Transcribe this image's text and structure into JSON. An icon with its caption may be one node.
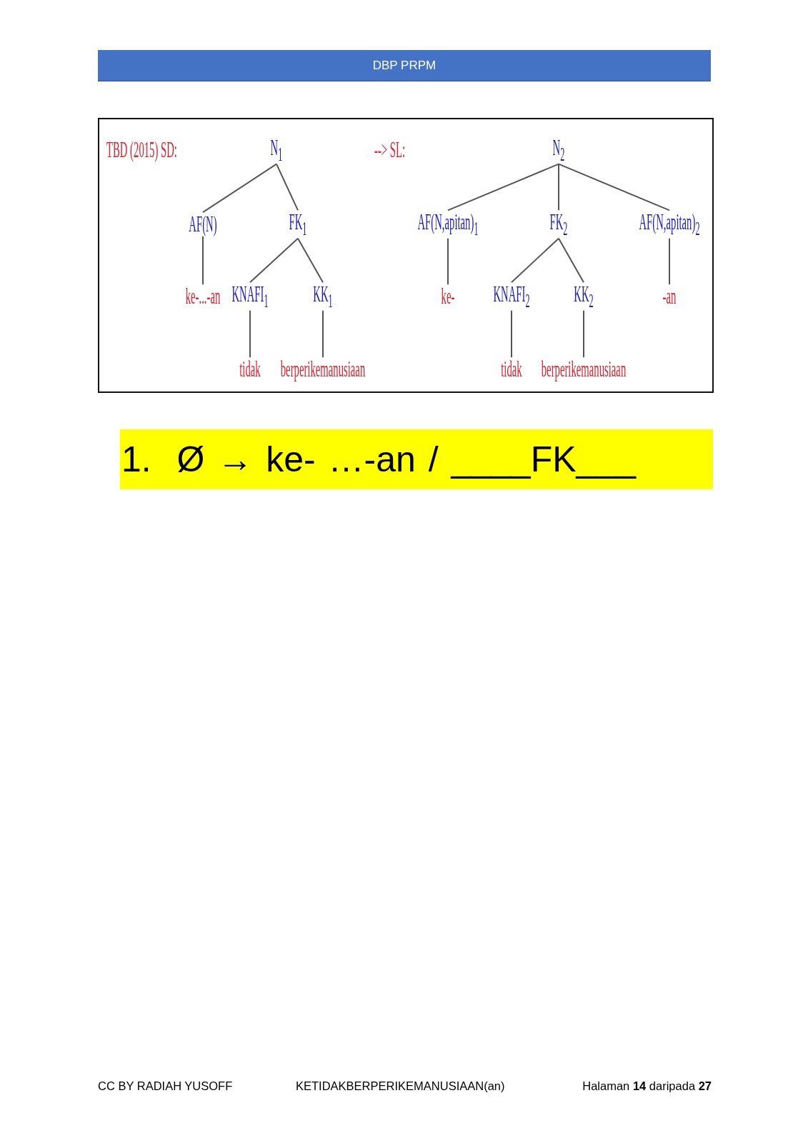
{
  "diagram": {
    "nodes": [
      {
        "text": [
          "DBP PRPM"
        ]
      },
      {
        "text": [
          "TBD (2015) SD:",
          "--> SL:"
        ]
      },
      {
        "text": [
          "N$_{1}$"
        ],
        "in": 1
      },
      {
        "text": [
          "AF(N)"
        ],
        "in": 1
      },
      {
        "text": [
          "FK$_{1}$"
        ],
        "in": 1
      },
      {
        "text": [
          "ke-...-an"
        ],
        "in": 1
      },
      {
        "text": [
          "KNAFI$_{1}$"
        ],
        "in": 1
      },
      {
        "text": [
          "KK$_{1}$"
        ],
        "in": 1
      },
      {
        "text": [
          "tidak"
        ],
        "in": 1
      },
      {
        "text": [
          "berperikemanusiaan"
        ],
        "in": 1
      },
      {
        "text": [
          "N$_{2}$"
        ],
        "in": 1
      },
      {
        "text": [
          "AF(N,apitan)$_{1}$"
        ],
        "in": 1
      },
      {
        "text": [
          "FK$_{2}$"
        ],
        "in": 1
      },
      {
        "text": [
          "AF(N,apitan)$_{2}$"
        ],
        "in": 1
      },
      {
        "text": [
          "ke-"
        ],
        "in": 1
      },
      {
        "text": [
          "KNAFI$_{2}$"
        ],
        "in": 1
      },
      {
        "text": [
          "KK$_{2}$"
        ],
        "in": 1
      },
      {
        "text": [
          "-an"
        ],
        "in": 1
      },
      {
        "text": [
          "tidak"
        ],
        "in": 1
      },
      {
        "text": [
          "berperikemanusiaan"
        ],
        "in": 1
      },
      {
        "text": [
          "1.  Ø → ke- …-an / ____FK___"
        ]
      }
    ],
    "edges": [
      {
        "from": 2,
        "to": 3,
        "arrow": "none"
      },
      {
        "from": 2,
        "to": 4,
        "arrow": "none"
      },
      {
        "from": 3,
        "to": 5,
        "arrow": "none"
      },
      {
        "from": 4,
        "to": 6,
        "arrow": "none"
      },
      {
        "from": 4,
        "to": 7,
        "arrow": "none"
      },
      {
        "from": 6,
        "to": 8,
        "arrow": "none"
      },
      {
        "from": 7,
        "to": 9,
        "arrow": "none"
      },
      {
        "from": 10,
        "to": 11,
        "arrow": "none"
      },
      {
        "from": 10,
        "to": 12,
        "arrow": "none"
      },
      {
        "from": 10,
        "to": 13,
        "arrow": "none"
      },
      {
        "from": 11,
        "to": 14,
        "arrow": "none"
      },
      {
        "from": 12,
        "to": 15,
        "arrow": "none"
      },
      {
        "from": 12,
        "to": 16,
        "arrow": "none"
      },
      {
        "from": 13,
        "to": 17,
        "arrow": "none"
      },
      {
        "from": 15,
        "to": 18,
        "arrow": "none"
      },
      {
        "from": 16,
        "to": 19,
        "arrow": "none"
      }
    ],
    "labels": [
      "CC BY RADIAH YUSOFF",
      "KETIDAKBERPERIKEMANUSIAAN(an)",
      "Halaman **14** daripada **27**"
    ]
  }
}
